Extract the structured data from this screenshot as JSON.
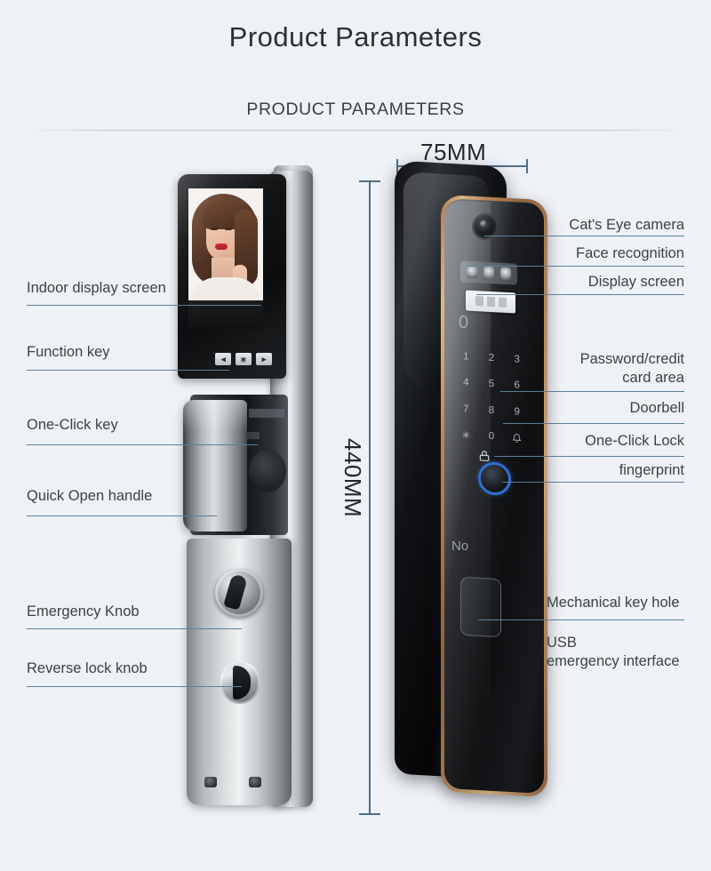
{
  "page": {
    "title": "Product Parameters",
    "subtitle": "PRODUCT PARAMETERS",
    "background_color": "#eef1f5",
    "leader_line_color": "#5d7f98",
    "dimension_line_color": "#4d6e88",
    "accent_fingerprint_color": "#2f6fd0",
    "gold_trim_color": "#c9a478"
  },
  "dimensions": {
    "width": {
      "value": "75MM",
      "orientation": "horizontal"
    },
    "height": {
      "value": "440MM",
      "orientation": "vertical"
    }
  },
  "left_device": {
    "name": "Indoor panel",
    "callouts": [
      {
        "label": "Indoor display screen"
      },
      {
        "label": "Function key"
      },
      {
        "label": "One-Click key"
      },
      {
        "label": "Quick Open handle"
      },
      {
        "label": "Emergency Knob"
      },
      {
        "label": "Reverse lock knob"
      }
    ],
    "function_keys": [
      "◀",
      "▣",
      "▶"
    ]
  },
  "right_device": {
    "name": "Outdoor panel",
    "callouts": [
      {
        "label": "Cat's Eye camera"
      },
      {
        "label": "Face recognition"
      },
      {
        "label": "Display screen"
      },
      {
        "label": "Password/credit\ncard area"
      },
      {
        "label": "Doorbell"
      },
      {
        "label": "One-Click Lock"
      },
      {
        "label": "fingerprint"
      },
      {
        "label": "Mechanical key hole"
      },
      {
        "label": "USB\nemergency interface"
      }
    ],
    "keypad": [
      "1",
      "2",
      "3",
      "4",
      "5",
      "6",
      "7",
      "8",
      "9",
      "✳",
      "0",
      "bell-icon"
    ],
    "keypad_overlay_text": "No",
    "display_value": "0"
  }
}
